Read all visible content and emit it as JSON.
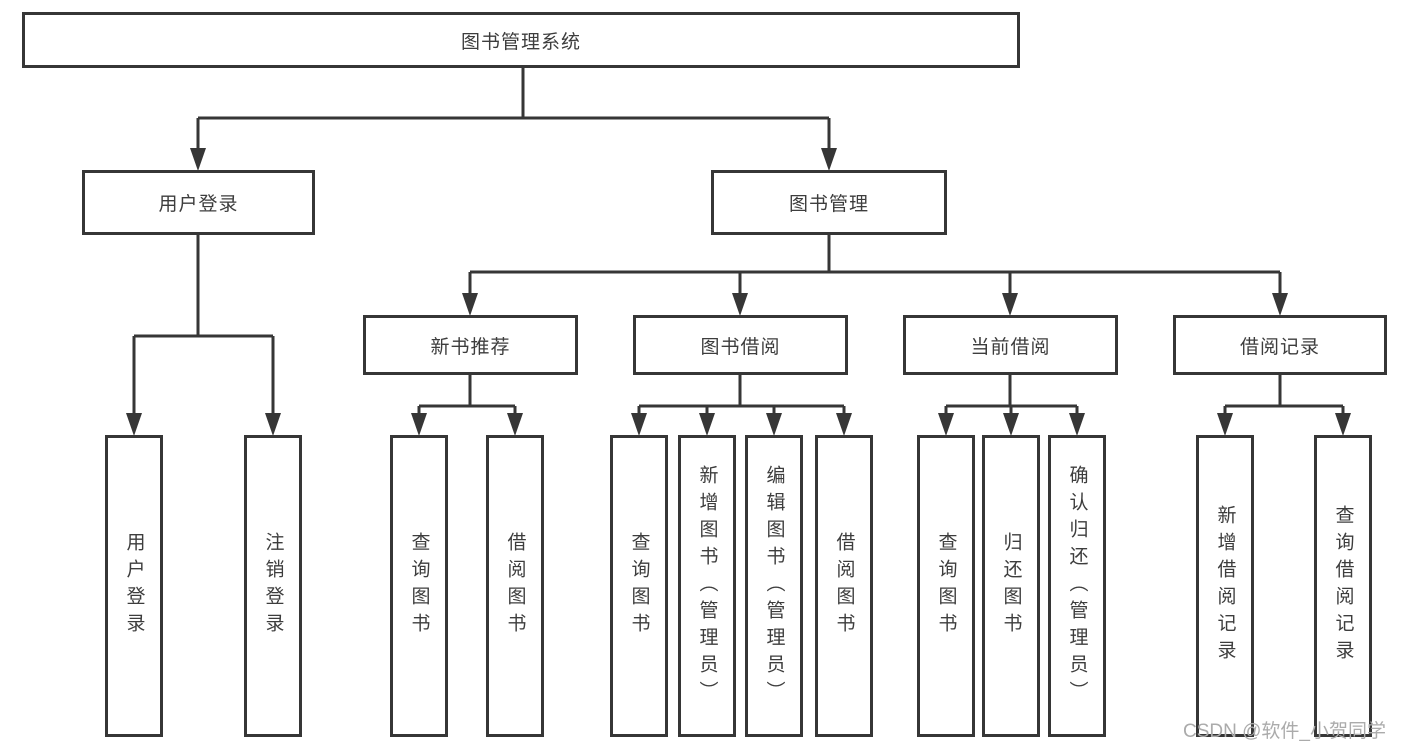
{
  "colors": {
    "line": "#363636",
    "text": "#3d3d3d",
    "background": "#ffffff",
    "watermark": "#ababab"
  },
  "watermark": "CSDN @软件_小贺同学",
  "tree": {
    "label": "图书管理系统",
    "children": [
      {
        "label": "用户登录",
        "children": [
          {
            "label": "用户登录"
          },
          {
            "label": "注销登录"
          }
        ]
      },
      {
        "label": "图书管理",
        "children": [
          {
            "label": "新书推荐",
            "children": [
              {
                "label": "查询图书"
              },
              {
                "label": "借阅图书"
              }
            ]
          },
          {
            "label": "图书借阅",
            "children": [
              {
                "label": "查询图书"
              },
              {
                "label": "新增图书（管理员）"
              },
              {
                "label": "编辑图书（管理员）"
              },
              {
                "label": "借阅图书"
              }
            ]
          },
          {
            "label": "当前借阅",
            "children": [
              {
                "label": "查询图书"
              },
              {
                "label": "归还图书"
              },
              {
                "label": "确认归还（管理员）"
              }
            ]
          },
          {
            "label": "借阅记录",
            "children": [
              {
                "label": "新增借阅记录"
              },
              {
                "label": "查询借阅记录"
              }
            ]
          }
        ]
      }
    ]
  }
}
